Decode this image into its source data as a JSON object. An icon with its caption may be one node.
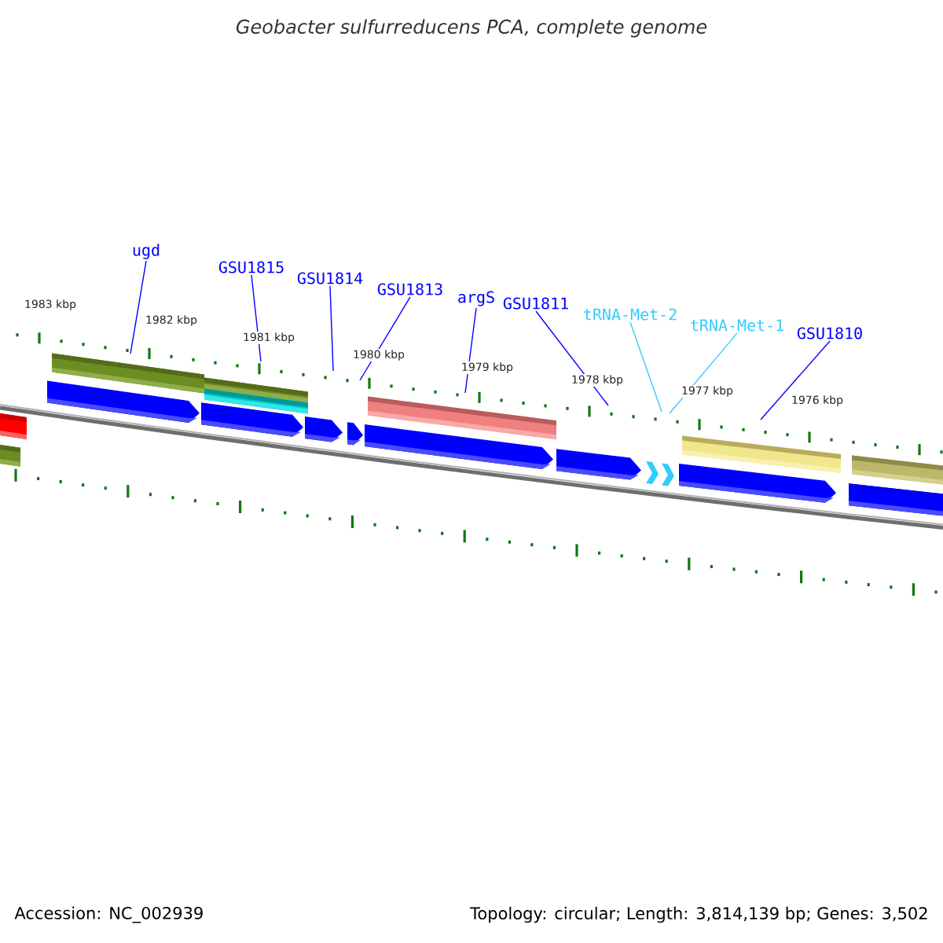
{
  "diagram": {
    "title": "Geobacter sulfurreducens PCA, complete genome",
    "nodes": [
      {
        "text": [
          "ugd"
        ]
      },
      {
        "text": [
          "GSU1815"
        ]
      },
      {
        "text": [
          "GSU1814"
        ]
      },
      {
        "text": [
          "GSU1813"
        ]
      },
      {
        "text": [
          "argS"
        ]
      },
      {
        "text": [
          "GSU1811"
        ]
      },
      {
        "text": [
          "tRNA-Met-2"
        ]
      },
      {
        "text": [
          "tRNA-Met-1"
        ]
      },
      {
        "text": [
          "GSU1810"
        ]
      }
    ],
    "edges": [
      {
        "from": 0,
        "to": null,
        "arrow": "none"
      },
      {
        "from": 1,
        "to": null,
        "arrow": "none"
      },
      {
        "from": 2,
        "to": null,
        "arrow": "none"
      },
      {
        "from": 3,
        "to": null,
        "arrow": "none"
      },
      {
        "from": 4,
        "to": null,
        "arrow": "none"
      },
      {
        "from": 5,
        "to": null,
        "arrow": "none"
      },
      {
        "from": 6,
        "to": null,
        "arrow": "none",
        "color": "#33ccff"
      },
      {
        "from": 7,
        "to": null,
        "arrow": "none",
        "color": "#33ccff"
      },
      {
        "from": 8,
        "to": null,
        "arrow": "none"
      }
    ],
    "labels": [
      "1983 kbp",
      "1982 kbp",
      "1981 kbp",
      "1980 kbp",
      "1979 kbp",
      "1978 kbp",
      "1977 kbp",
      "1976 kbp",
      "Accession: NC_002939",
      "Topology: circular; Length: 3,814,139 bp; Genes: 3,502"
    ]
  }
}
